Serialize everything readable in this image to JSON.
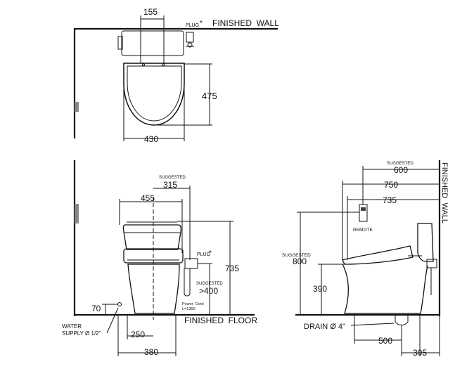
{
  "top_view": {
    "dim_155": "155",
    "plug": "PLUG",
    "asterisk": "*",
    "finished_wall": "FINISHED  WALL",
    "dim_475": "475",
    "dim_430": "430"
  },
  "front_view": {
    "suggested": "SUGGESTED",
    "dim_315": "315",
    "dim_455": "455",
    "plug": "PLUG",
    "asterisk": "*",
    "suggested_2": "SUGGESTED",
    "dim_400": ">400",
    "power_cord": "Power  Cord",
    "cord_length": "L=1350",
    "dim_735": "735",
    "dim_70": "70",
    "water_supply_1": "WATER",
    "water_supply_2": "SUPPLY Ø 1/2\"",
    "dim_250": "250",
    "dim_380": "380",
    "finished_floor": "FINISHED  FLOOR"
  },
  "side_view": {
    "suggested_top": "SUGGESTED",
    "dim_600": "600",
    "dim_750": "750",
    "dim_735": "735",
    "remote": "REMOTE",
    "suggested_left": "SUGGESTED",
    "dim_800": "800",
    "dim_390": "390",
    "drain": "DRAIN Ø 4\"",
    "dim_500": "500",
    "dim_305": "305",
    "finished_wall": "FINISHED  WALL"
  }
}
